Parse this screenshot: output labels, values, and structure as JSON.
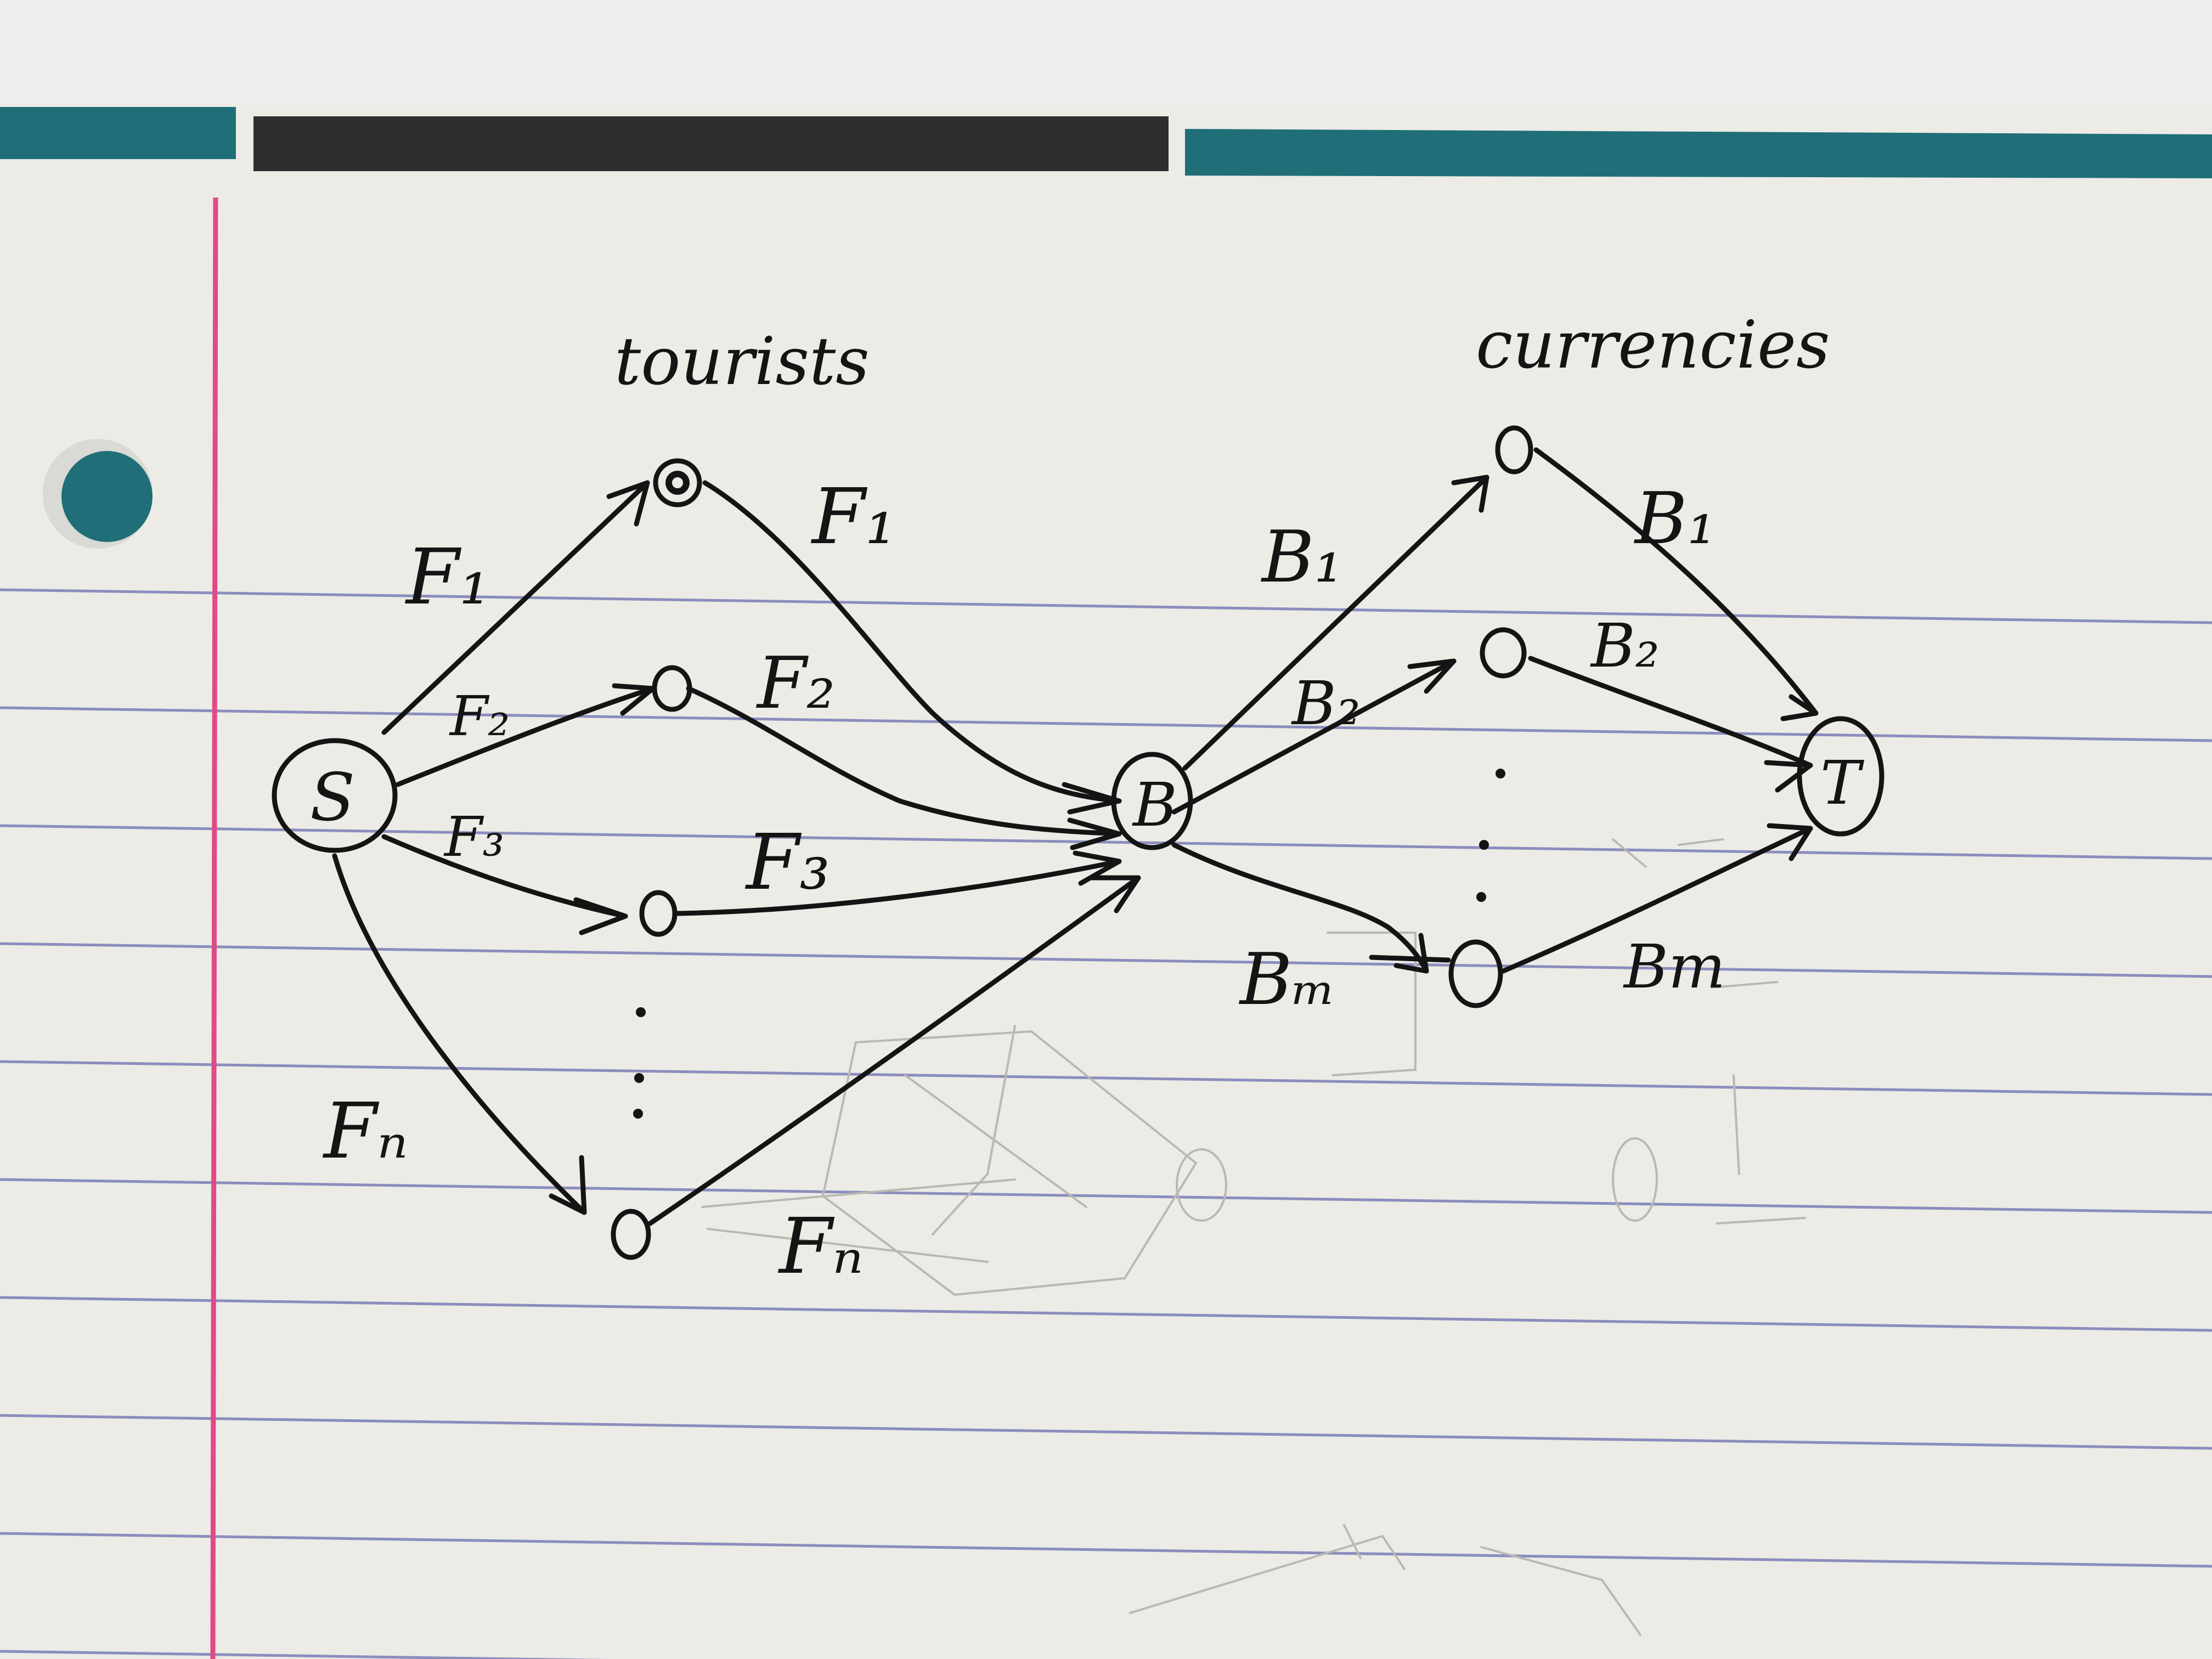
{
  "colors": {
    "paper": "#ecebe6",
    "rule_line": "#6a6fb0",
    "margin_line": "#e04a86",
    "tab_teal": "#1f6e78",
    "tab_dark": "#2e2e2e",
    "ink": "#141414"
  },
  "headers": {
    "tourists": "tourists",
    "currencies": "currencies"
  },
  "nodes": {
    "source": "S",
    "bank": "B",
    "sink": "T"
  },
  "edge_labels": {
    "s_t1": "F₁",
    "s_t2": "F₂",
    "s_t3": "F₃",
    "s_tn": "Fₙ",
    "t1_b": "F₁",
    "t2_b": "F₂",
    "t3_b": "F₃",
    "tn_b": "Fₙ",
    "b_c1": "B₁",
    "b_c2": "B₂",
    "b_cm": "Bₘ",
    "c1_t": "B₁",
    "c2_t": "B₂",
    "cm_t": "Bm"
  }
}
